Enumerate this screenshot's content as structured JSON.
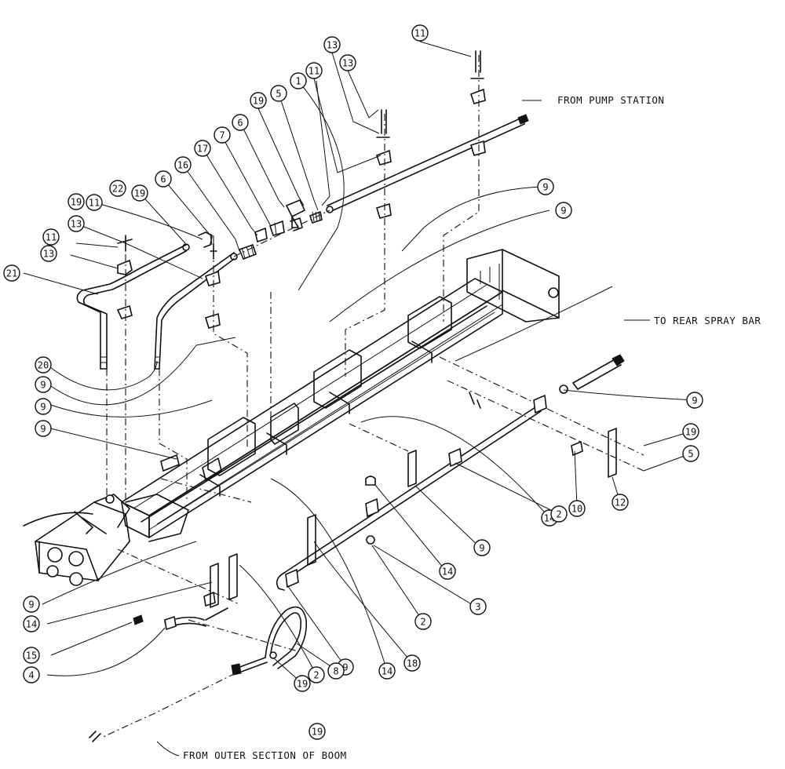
{
  "callouts": {
    "pump": "FROM PUMP STATION",
    "rear": "TO REAR SPRAY BAR",
    "outer": "FROM OUTER SECTION OF BOOM"
  },
  "balloons": [
    "11",
    "13",
    "13",
    "11",
    "1",
    "5",
    "19",
    "6",
    "7",
    "17",
    "16",
    "6",
    "19",
    "11",
    "22",
    "19",
    "13",
    "11",
    "13",
    "21",
    "20",
    "9",
    "9",
    "9",
    "9",
    "9",
    "9",
    "19",
    "5",
    "10",
    "12",
    "14",
    "2",
    "9",
    "14",
    "3",
    "2",
    "18",
    "14",
    "9",
    "2",
    "19",
    "8",
    "19",
    "4",
    "15",
    "14",
    "9"
  ]
}
